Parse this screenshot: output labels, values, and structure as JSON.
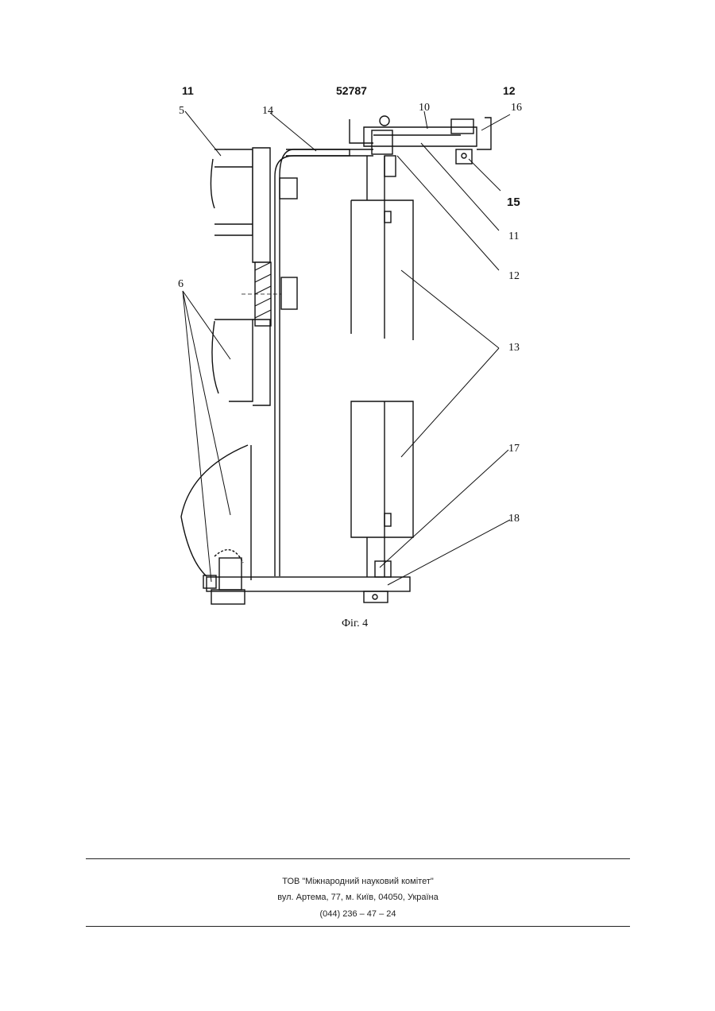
{
  "header": {
    "left_page": "11",
    "patent_number": "52787",
    "right_page": "12"
  },
  "figure": {
    "caption": "Фіг. 4",
    "part_labels": {
      "p5": "5",
      "p6": "6",
      "p10": "10",
      "p11": "11",
      "p12": "12",
      "p13": "13",
      "p14": "14",
      "p15": "15",
      "p16": "16",
      "p17": "17",
      "p18": "18"
    }
  },
  "footer": {
    "company": "ТОВ \"Міжнародний науковий комітет\"",
    "address": "вул. Артема, 77, м. Київ, 04050, Україна",
    "phone": "(044) 236 – 47 – 24"
  }
}
